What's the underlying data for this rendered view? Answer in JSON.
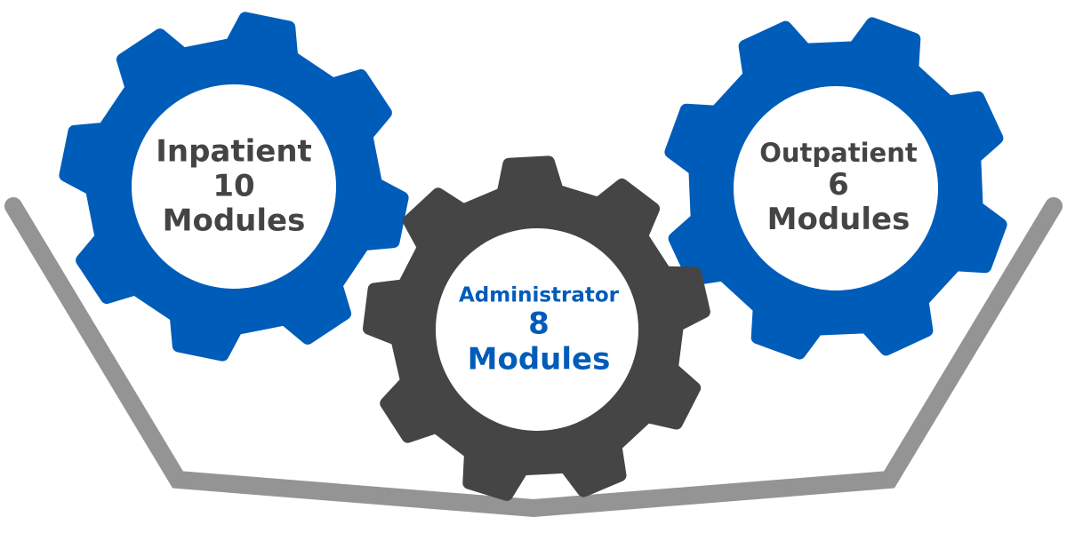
{
  "colors": {
    "blue": "#005cb9",
    "dark": "#454545",
    "tray": "#949494",
    "text_dark": "#444444"
  },
  "gears": [
    {
      "name": "inpatient",
      "title": "Inpatient",
      "count": "10",
      "unit": "Modules",
      "gear_color": "#005cb9",
      "text_color": "#444444"
    },
    {
      "name": "administrator",
      "title": "Administrator",
      "count": "8",
      "unit": "Modules",
      "gear_color": "#454545",
      "text_color": "#005cb9"
    },
    {
      "name": "outpatient",
      "title": "Outpatient",
      "count": "6",
      "unit": "Modules",
      "gear_color": "#005cb9",
      "text_color": "#444444"
    }
  ]
}
